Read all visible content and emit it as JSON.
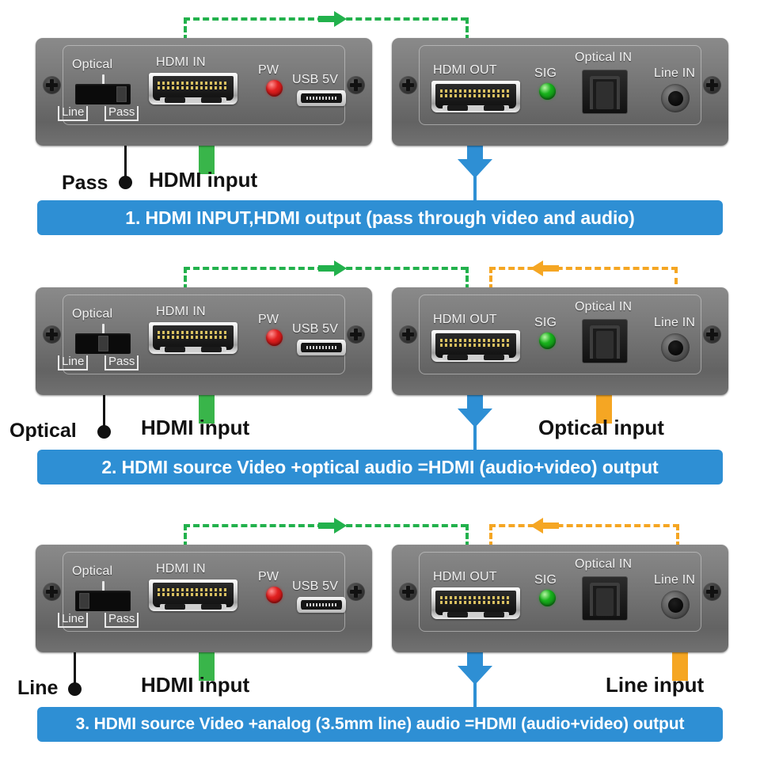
{
  "diagram": {
    "title": "HDMI Audio Extractor Operating Modes",
    "colors": {
      "caption_blue": "#2e8fd4",
      "video_green": "#22b14c",
      "audio_orange": "#f5a623",
      "output_blue": "#2e8fd4",
      "chassis_gray": "#6f6f6f"
    }
  },
  "ports": {
    "optical_switch": "Optical",
    "line": "Line",
    "pass": "Pass",
    "hdmi_in": "HDMI IN",
    "pw": "PW",
    "usb_5v": "USB 5V",
    "hdmi_out": "HDMI OUT",
    "sig": "SIG",
    "optical_in": "Optical IN",
    "line_in": "Line IN"
  },
  "rows": [
    {
      "id": 1,
      "switch_position": "pass",
      "switch_callout": "Pass",
      "input_label": "HDMI input",
      "audio_input_label": "",
      "caption": "1. HDMI INPUT,HDMI output (pass through video and audio)"
    },
    {
      "id": 2,
      "switch_position": "optical",
      "switch_callout": "Optical",
      "input_label": "HDMI input",
      "audio_input_label": "Optical input",
      "caption": "2. HDMI source Video +optical audio =HDMI (audio+video) output"
    },
    {
      "id": 3,
      "switch_position": "line",
      "switch_callout": "Line",
      "input_label": "HDMI input",
      "audio_input_label": "Line input",
      "caption": "3. HDMI source Video +analog (3.5mm line) audio =HDMI (audio+video) output"
    }
  ]
}
